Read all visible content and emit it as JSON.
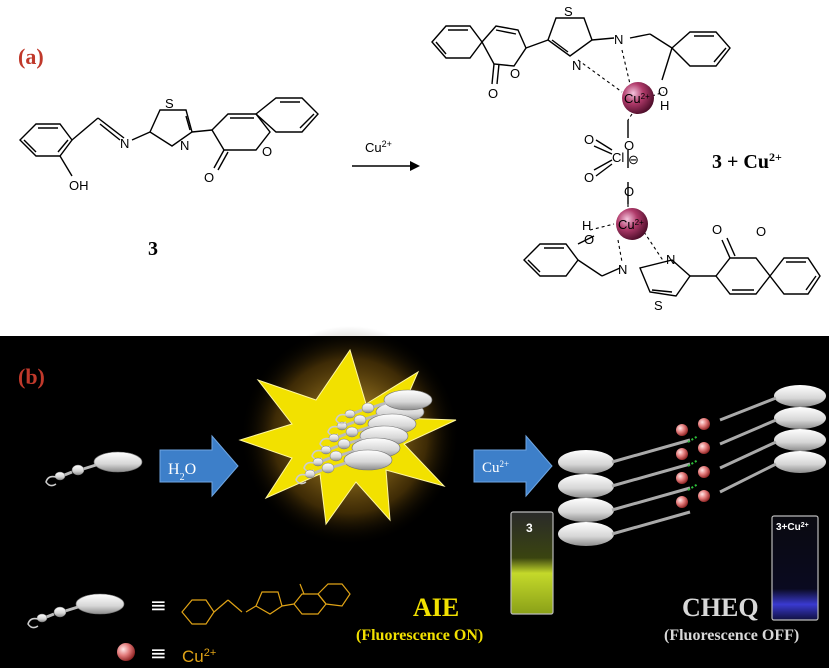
{
  "panel_a": {
    "label": "(a)",
    "compound_label": "3",
    "reagent_prefix": "Cu",
    "reagent_charge": "2+",
    "complex_label_prefix": "3 + Cu",
    "complex_label_charge": "2+",
    "atoms": {
      "S": "S",
      "N": "N",
      "O": "O",
      "OH": "OH",
      "H": "H",
      "Cl": "Cl",
      "minus": "⊖",
      "cu_center": "Cu",
      "cu_charge": "2+"
    }
  },
  "panel_b": {
    "label": "(b)",
    "arrow_h2o_prefix": "H",
    "arrow_h2o_sub": "2",
    "arrow_h2o_suffix": "O",
    "arrow_cu_prefix": "Cu",
    "arrow_cu_charge": "2+",
    "vial_left_label": "3",
    "vial_right_label": "3+Cu",
    "vial_right_charge": "2+",
    "aie_title": "AIE",
    "aie_subtitle": "(Fluorescence ON)",
    "cheq_title": "CHEQ",
    "cheq_subtitle": "(Fluorescence OFF)",
    "legend_cu_label": "Cu",
    "legend_cu_charge": "2+",
    "legend_equiv": "≡"
  },
  "colors": {
    "panel_label_red": "#c0392b",
    "panel_b_bg": "#000000",
    "aie_yellow": "#f2e100",
    "legend_gold": "#e0a316",
    "arrow_blue": "#3d7fc9",
    "cu_sphere": "#b03a6a",
    "vial_green": "#a9c92a",
    "vial_blue": "#3a3ad0"
  }
}
